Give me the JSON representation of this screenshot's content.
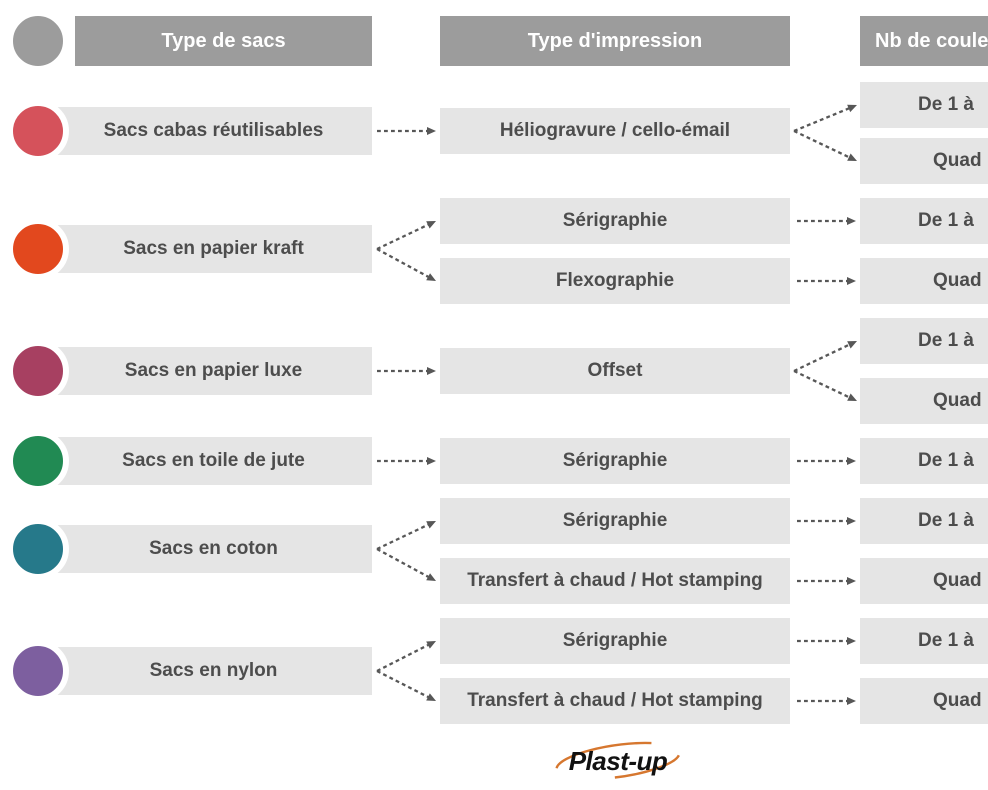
{
  "headers": [
    {
      "label": "Type de sacs"
    },
    {
      "label": "Type d'impression"
    },
    {
      "label": "Nb de coule"
    }
  ],
  "sacs": [
    {
      "label": "Sacs cabas réutilisables",
      "color": "#d5525b",
      "impressions": [
        {
          "label": "Héliogravure / cello-émail",
          "couleurs": [
            "De 1 à",
            "Quad"
          ]
        }
      ]
    },
    {
      "label": "Sacs en papier kraft",
      "color": "#e2481e",
      "impressions": [
        {
          "label": "Sérigraphie",
          "couleurs": [
            "De 1 à"
          ]
        },
        {
          "label": "Flexographie",
          "couleurs": [
            "Quad"
          ]
        }
      ]
    },
    {
      "label": "Sacs en papier luxe",
      "color": "#a74061",
      "impressions": [
        {
          "label": "Offset",
          "couleurs": [
            "De 1 à",
            "Quad"
          ]
        }
      ]
    },
    {
      "label": "Sacs en toile de jute",
      "color": "#218a53",
      "impressions": [
        {
          "label": "Sérigraphie",
          "couleurs": [
            "De 1 à"
          ]
        }
      ]
    },
    {
      "label": "Sacs en coton",
      "color": "#26798a",
      "impressions": [
        {
          "label": "Sérigraphie",
          "couleurs": [
            "De 1 à"
          ]
        },
        {
          "label": "Transfert à chaud / Hot stamping",
          "couleurs": [
            "Quad"
          ]
        }
      ]
    },
    {
      "label": "Sacs en nylon",
      "color": "#7d5f9f",
      "impressions": [
        {
          "label": "Sérigraphie",
          "couleurs": [
            "De 1 à"
          ]
        },
        {
          "label": "Transfert à chaud / Hot stamping",
          "couleurs": [
            "Quad"
          ]
        }
      ]
    }
  ],
  "logo": {
    "text": "Plast-up",
    "swoosh_color": "#d6772f",
    "text_color": "#111111"
  },
  "colors": {
    "background": "#ffffff",
    "header_bg": "#9c9c9c",
    "header_text": "#ffffff",
    "header_dot": "#9c9c9c",
    "bar_bg": "#e5e5e5",
    "bar_text": "#4d4d4d",
    "arrow": "#575757"
  }
}
